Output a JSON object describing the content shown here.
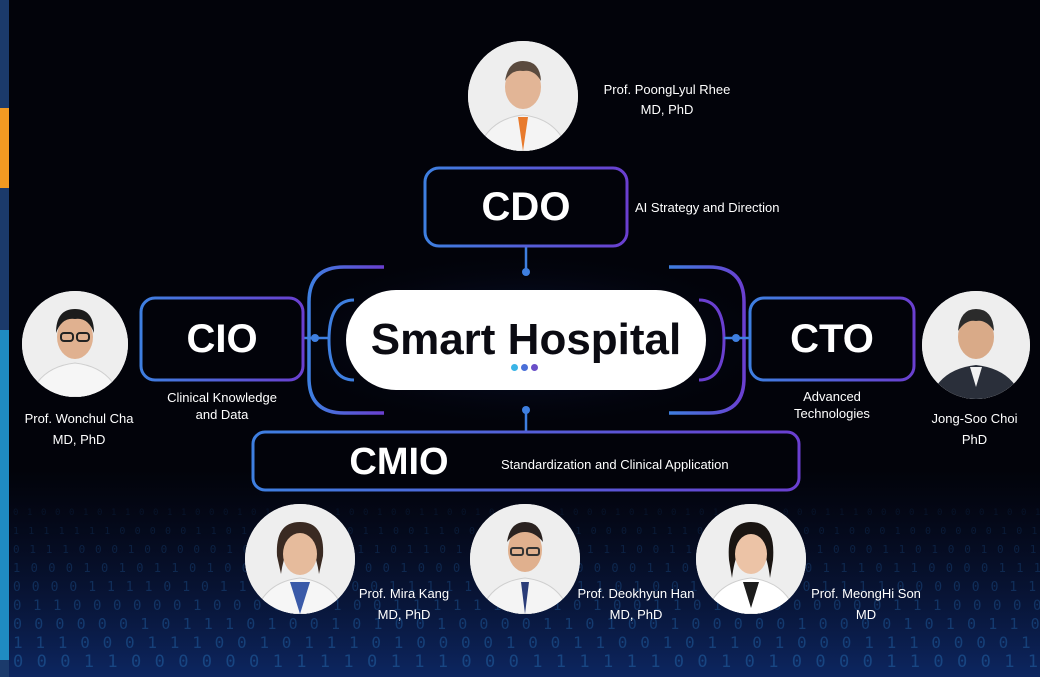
{
  "hub": {
    "title": "Smart Hospital",
    "dot_colors": [
      "#3ab4e6",
      "#4a6fd8",
      "#6a4fc8"
    ]
  },
  "roles": {
    "cdo": {
      "label": "CDO",
      "description": "AI Strategy and Direction"
    },
    "cio": {
      "label": "CIO",
      "description_line1": "Clinical Knowledge",
      "description_line2": "and Data"
    },
    "cto": {
      "label": "CTO",
      "description_line1": "Advanced",
      "description_line2": "Technologies"
    },
    "cmio": {
      "label": "CMIO",
      "description": "Standardization and Clinical Application"
    }
  },
  "people": [
    {
      "id": "rhee",
      "name": "Prof. PoongLyul Rhee",
      "degree": "MD, PhD"
    },
    {
      "id": "cha",
      "name": "Prof. Wonchul Cha",
      "degree": "MD, PhD"
    },
    {
      "id": "choi",
      "name": "Jong-Soo Choi",
      "degree": "PhD"
    },
    {
      "id": "kang",
      "name": "Prof. Mira Kang",
      "degree": "MD, PhD"
    },
    {
      "id": "han",
      "name": "Prof. Deokhyun Han",
      "degree": "MD, PhD"
    },
    {
      "id": "son",
      "name": "Prof. MeongHi Son",
      "degree": "MD"
    }
  ],
  "colors": {
    "background": "#02030a",
    "accent_blue": "#3e7fe0",
    "accent_purple": "#6a3fd0",
    "hub_fill": "#ffffff",
    "binary_text": "#1f5a9a"
  }
}
